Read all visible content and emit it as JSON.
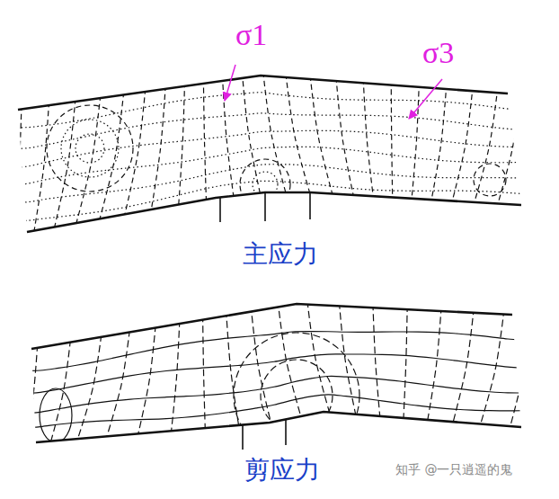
{
  "diagram": {
    "labels": [
      "σ1",
      "σ3",
      "主应力",
      "剪应力",
      "知乎 @一只逍遥的鬼"
    ]
  }
}
